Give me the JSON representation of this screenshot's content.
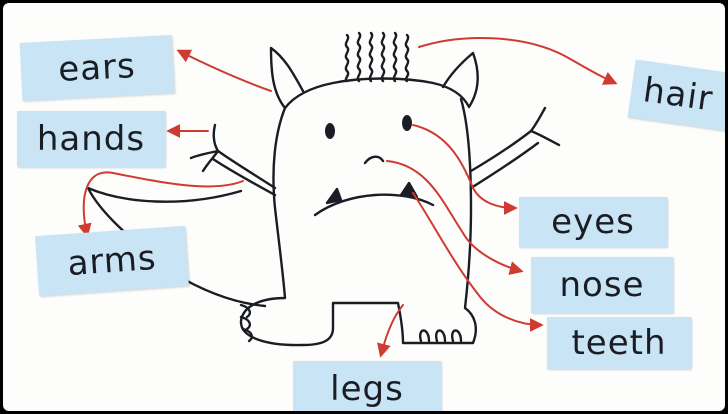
{
  "labels": {
    "ears": "ears",
    "hair": "hair",
    "hands": "hands",
    "arms": "arms",
    "eyes": "eyes",
    "nose": "nose",
    "teeth": "teeth",
    "legs": "legs"
  },
  "colors": {
    "board": "#fdfdfc",
    "card": "#c9e4f4",
    "ink": "#1b1d25",
    "arrow": "#cf3a31"
  }
}
